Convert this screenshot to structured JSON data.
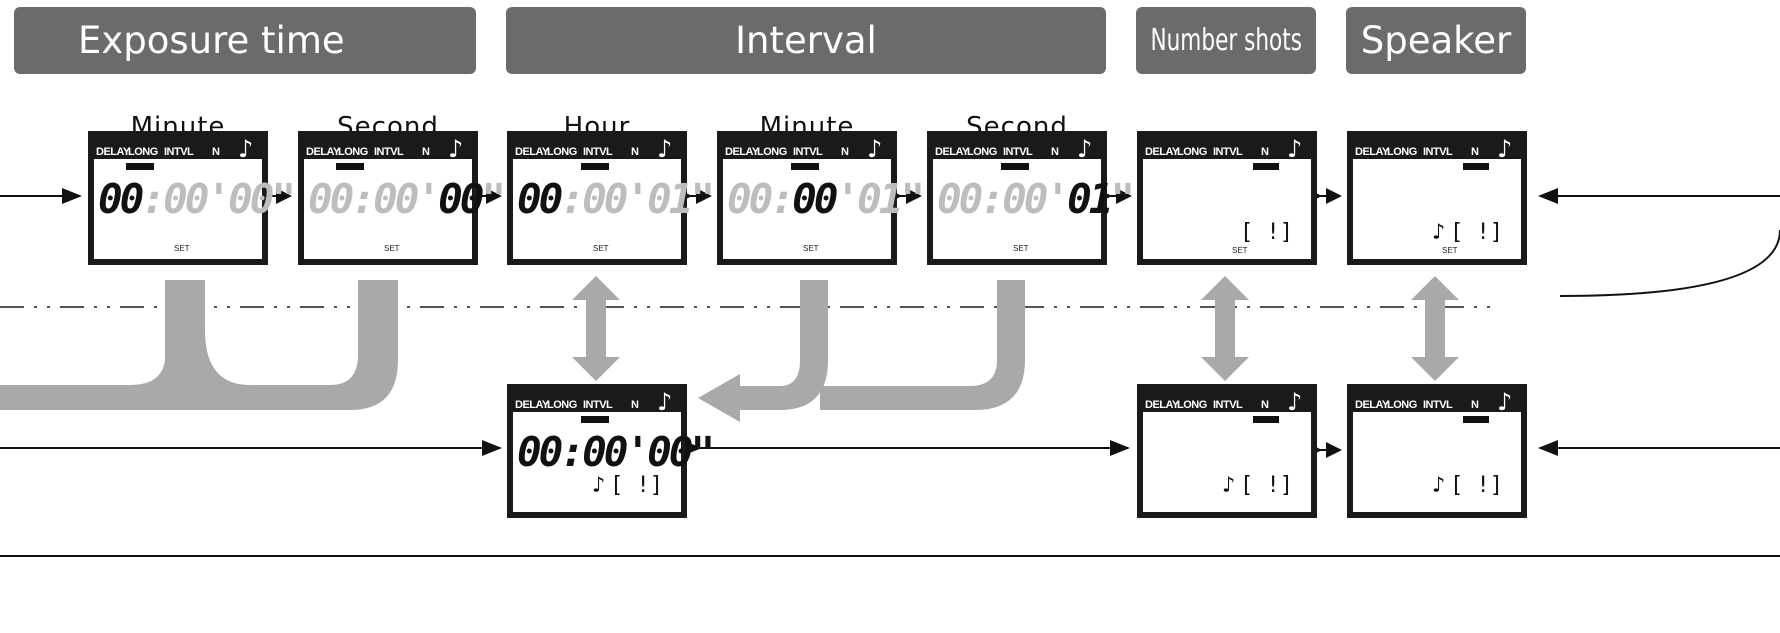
{
  "headers": {
    "exposure": "Exposure time",
    "interval": "Interval",
    "number_shots": "Number shots",
    "speaker": "Speaker"
  },
  "columns": {
    "exp_minute": "Minute",
    "exp_second": "Second",
    "int_hour": "Hour",
    "int_minute": "Minute",
    "int_second": "Second"
  },
  "lcd": {
    "indicators": [
      "DELAY",
      "LONG",
      "INTVL",
      "N"
    ],
    "note_icon": "music-note-icon",
    "set_label": "SET"
  },
  "lcd_panels": [
    {
      "id": "exposure-minute",
      "active": "LONG",
      "digits": [
        "00",
        ":",
        "00",
        "'",
        "00",
        "\""
      ],
      "highlight": [
        0
      ],
      "set": true
    },
    {
      "id": "exposure-second",
      "active": "LONG",
      "digits": [
        "00",
        ":",
        "00",
        "'",
        "00",
        "\""
      ],
      "highlight": [
        2
      ],
      "set": true
    },
    {
      "id": "interval-hour",
      "active": "INTVL",
      "digits": [
        "00",
        ":",
        "00",
        "'",
        "01",
        "\""
      ],
      "highlight": [
        0
      ],
      "set": true
    },
    {
      "id": "interval-minute",
      "active": "INTVL",
      "digits": [
        "00",
        ":",
        "00",
        "'",
        "01",
        "\""
      ],
      "highlight": [
        1
      ],
      "set": true
    },
    {
      "id": "interval-second",
      "active": "INTVL",
      "digits": [
        "00",
        ":",
        "00",
        "'",
        "01",
        "\""
      ],
      "highlight": [
        2
      ],
      "set": true
    },
    {
      "id": "number-shots",
      "active": "N",
      "shots": "[    !]",
      "note": false,
      "set": true
    },
    {
      "id": "speaker",
      "active": "N",
      "shots": "[    !]",
      "note": true,
      "set": true
    },
    {
      "id": "interval-result",
      "active": "INTVL",
      "digits": [
        "00",
        ":",
        "00",
        "'",
        "00",
        "\""
      ],
      "highlight": [
        0,
        1,
        2
      ],
      "shots": "[    !]",
      "note": true,
      "set": false
    },
    {
      "id": "number-shots-result",
      "active": "N",
      "shots": "[    !]",
      "note": true,
      "set": false
    },
    {
      "id": "speaker-result",
      "active": "N",
      "shots": "[    !]",
      "note": true,
      "set": false
    }
  ],
  "colors": {
    "header_bg": "#6b6b6b",
    "lcd_bezel": "#1a1a1a",
    "digit_active": "#111111",
    "digit_inactive": "#bdbdbd",
    "flow_arrow": "#a9a9a9",
    "line": "#111111"
  }
}
